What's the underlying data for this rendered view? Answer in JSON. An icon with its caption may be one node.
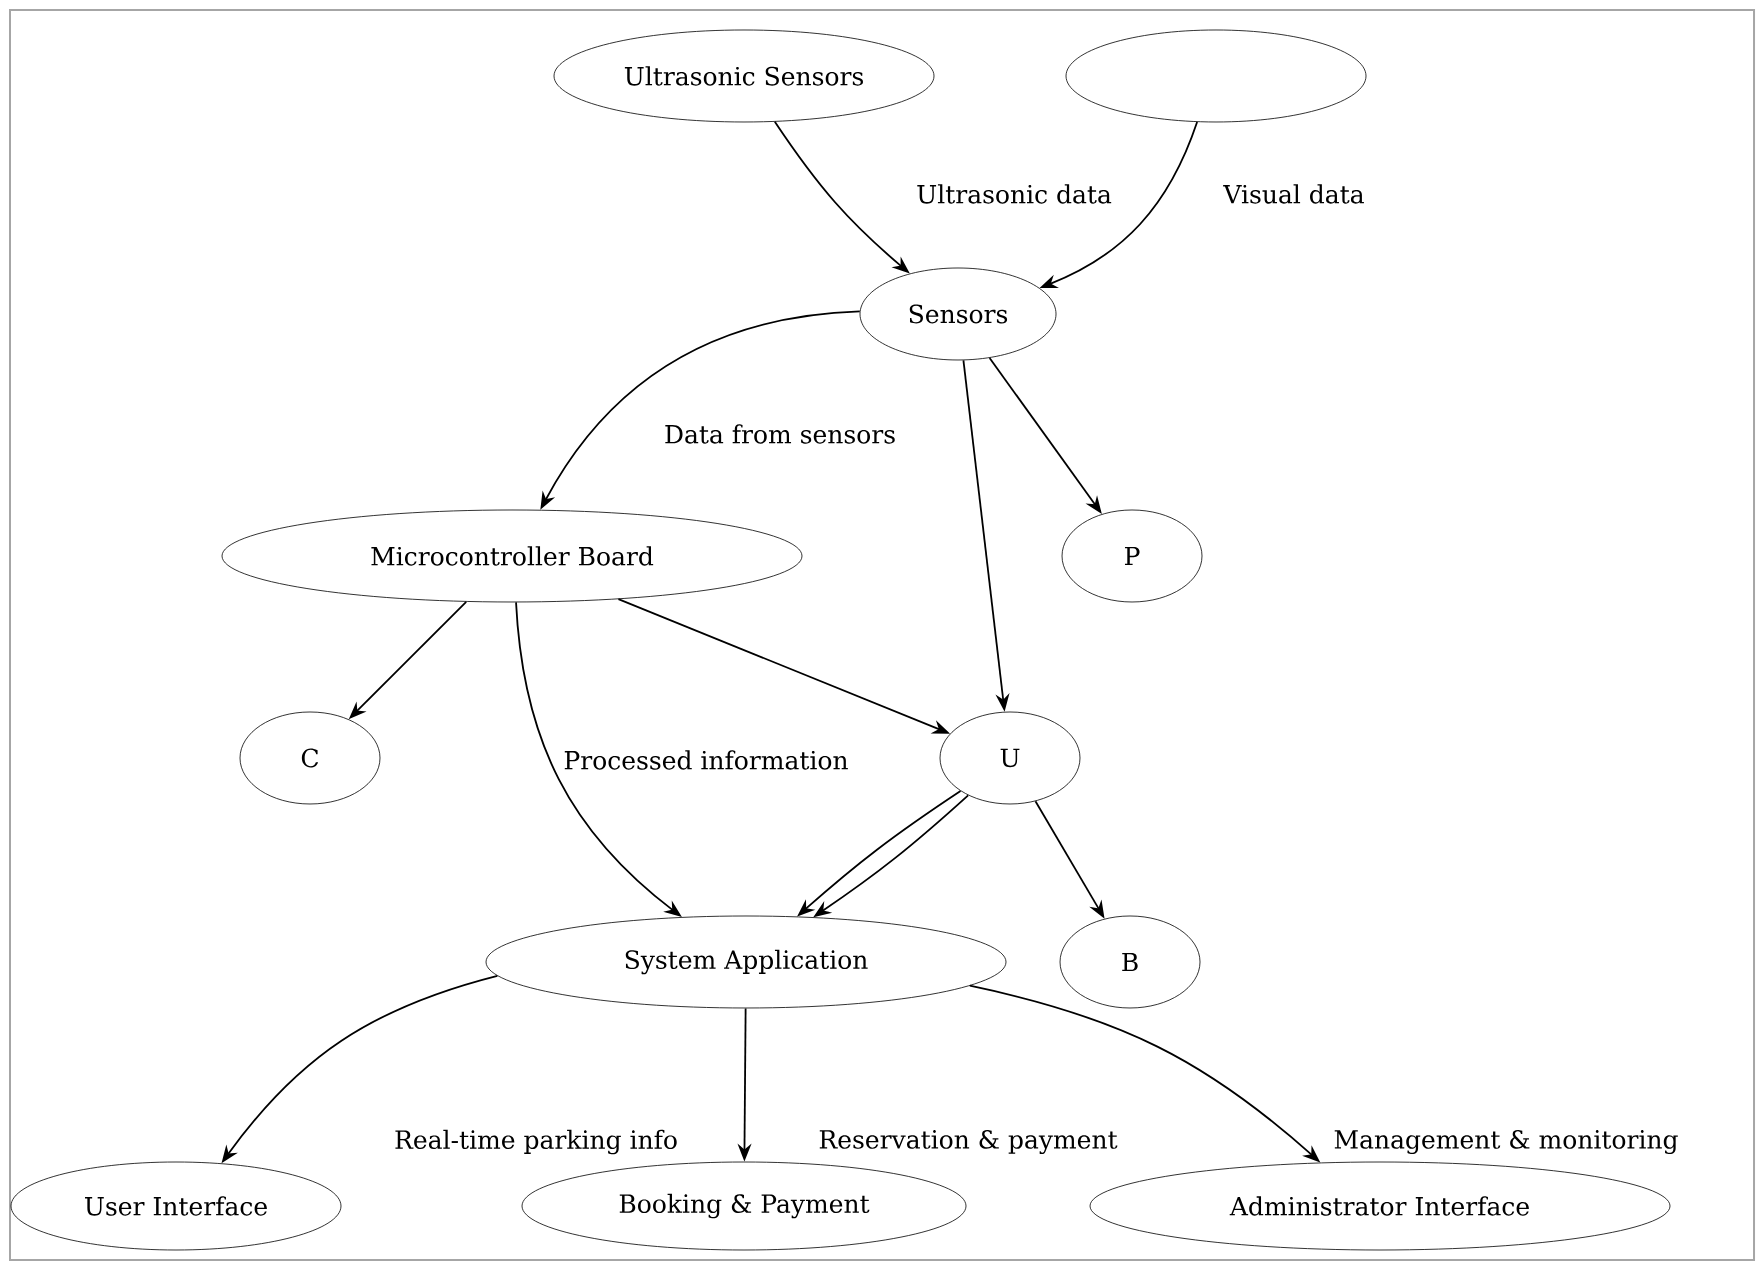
{
  "diagram": {
    "nodes": [
      {
        "text": [
          "Ultrasonic Sensors"
        ]
      },
      {
        "text": [],
        "shape": "ellipse"
      },
      {
        "text": [
          "Sensors"
        ]
      },
      {
        "text": [
          "Microcontroller Board"
        ]
      },
      {
        "text": [
          "P"
        ]
      },
      {
        "text": [
          "C"
        ]
      },
      {
        "text": [
          "U"
        ]
      },
      {
        "text": [
          "System Application"
        ]
      },
      {
        "text": [
          "B"
        ]
      },
      {
        "text": [
          "User Interface"
        ]
      },
      {
        "text": [
          "Booking & Payment"
        ]
      },
      {
        "text": [
          "Administrator Interface"
        ]
      }
    ],
    "edges": [
      {
        "from": 0,
        "to": 2,
        "arrow": "to",
        "label": "Ultrasonic data"
      },
      {
        "from": 1,
        "to": 2,
        "arrow": "to",
        "label": "Visual data"
      },
      {
        "from": 2,
        "to": 3,
        "arrow": "to",
        "label": "Data from sensors"
      },
      {
        "from": 2,
        "to": 4,
        "arrow": "to"
      },
      {
        "from": 2,
        "to": 6,
        "arrow": "to"
      },
      {
        "from": 3,
        "to": 5,
        "arrow": "to"
      },
      {
        "from": 3,
        "to": 6,
        "arrow": "to"
      },
      {
        "from": 3,
        "to": 7,
        "arrow": "to",
        "label": "Processed information"
      },
      {
        "from": 6,
        "to": 7,
        "arrow": "to"
      },
      {
        "from": 6,
        "to": 7,
        "arrow": "to"
      },
      {
        "from": 6,
        "to": 8,
        "arrow": "to"
      },
      {
        "from": 7,
        "to": 9,
        "arrow": "to",
        "label": "Real-time parking info"
      },
      {
        "from": 7,
        "to": 10,
        "arrow": "to",
        "label": "Reservation & payment"
      },
      {
        "from": 7,
        "to": 11,
        "arrow": "to",
        "label": "Management & monitoring"
      }
    ]
  }
}
